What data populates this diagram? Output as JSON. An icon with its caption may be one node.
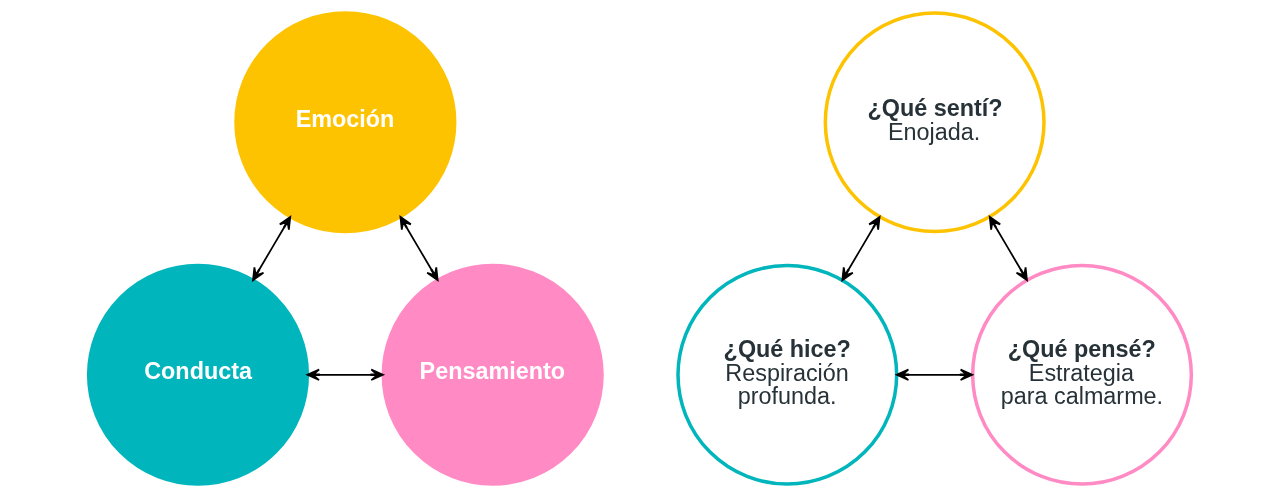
{
  "diagram": {
    "nodes": [
      {
        "text": [
          "Emoción"
        ]
      },
      {
        "text": [
          "Conducta"
        ]
      },
      {
        "text": [
          "Pensamiento"
        ]
      },
      {
        "text": [
          "¿Qué sentí?",
          "Enojada."
        ]
      },
      {
        "text": [
          "¿Qué hice?",
          "Respiración profunda."
        ]
      },
      {
        "text": [
          "¿Qué pensé?",
          "Estrategia para calmarme."
        ]
      }
    ],
    "edges": [
      {
        "from": 1,
        "to": 0,
        "arrow": "both"
      },
      {
        "from": 0,
        "to": 2,
        "arrow": "both"
      },
      {
        "from": 1,
        "to": 2,
        "arrow": "both"
      },
      {
        "from": 4,
        "to": 3,
        "arrow": "both"
      },
      {
        "from": 3,
        "to": 5,
        "arrow": "both"
      },
      {
        "from": 4,
        "to": 5,
        "arrow": "both"
      }
    ]
  }
}
